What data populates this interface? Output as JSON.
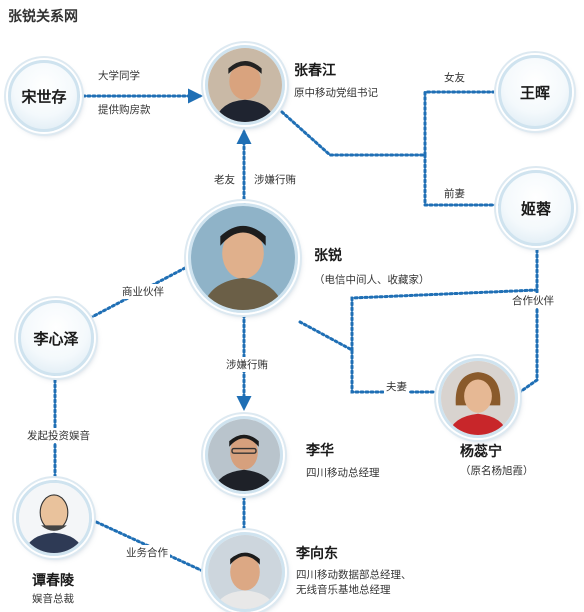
{
  "title": "张锐关系网",
  "accent_color": "#1f6fb5",
  "nodes": {
    "song": {
      "name": "宋世存"
    },
    "zhangchunjiang": {
      "name": "张春江",
      "desc": "原中移动党组书记"
    },
    "wanghui": {
      "name": "王晖"
    },
    "jirong": {
      "name": "姬蓉"
    },
    "zhangrui": {
      "name": "张锐",
      "desc": "（电信中间人、收藏家）"
    },
    "lixinze": {
      "name": "李心泽"
    },
    "lihua": {
      "name": "李华",
      "desc": "四川移动总经理"
    },
    "yangruining": {
      "name": "杨蕊宁",
      "desc": "（原名杨旭霞）"
    },
    "tanchunling": {
      "name": "谭春陵",
      "desc": "娱音总裁"
    },
    "lixiangdong": {
      "name": "李向东",
      "desc1": "四川移动数据部总经理、",
      "desc2": "无线音乐基地总经理"
    }
  },
  "edges": {
    "classmate": "大学同学",
    "house_money": "提供购房款",
    "girlfriend": "女友",
    "ex_wife": "前妻",
    "old_friend": "老友",
    "bribery_1": "涉嫌行贿",
    "business_partner": "商业伙伴",
    "cooperation_partner": "合作伙伴",
    "bribery_2": "涉嫌行贿",
    "spouse": "夫妻",
    "investment": "发起投资娱音",
    "business_cooperation": "业务合作"
  }
}
